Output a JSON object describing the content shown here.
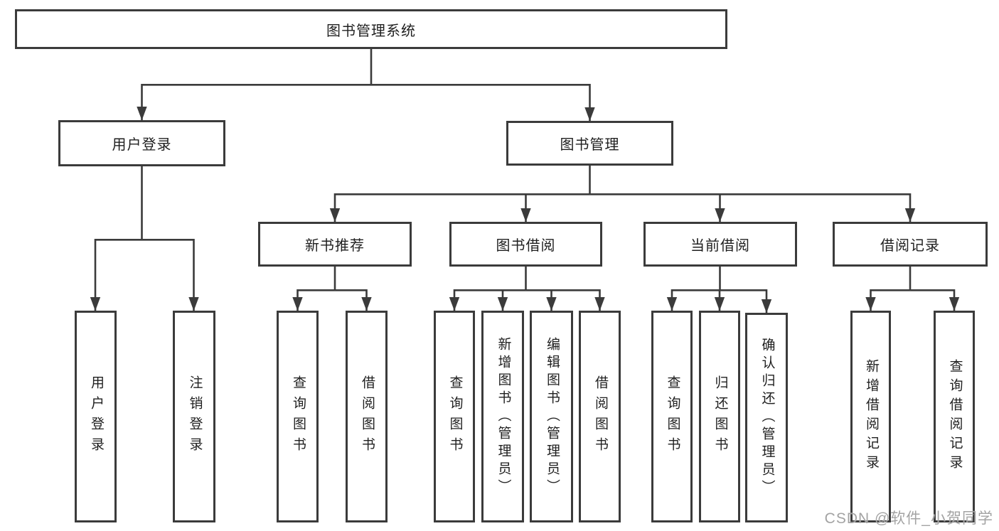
{
  "diagram": {
    "root": {
      "label": "图书管理系统"
    },
    "level2": [
      {
        "label": "用户登录"
      },
      {
        "label": "图书管理"
      }
    ],
    "level3": [
      {
        "label": "新书推荐"
      },
      {
        "label": "图书借阅"
      },
      {
        "label": "当前借阅"
      },
      {
        "label": "借阅记录"
      }
    ],
    "leaves": {
      "user_login": [
        "用户登录",
        "注销登录"
      ],
      "new_book": [
        "查询图书",
        "借阅图书"
      ],
      "book_borrow": [
        "查询图书",
        "新增图书（管理员）",
        "编辑图书（管理员）",
        "借阅图书"
      ],
      "current_borrow": [
        "查询图书",
        "归还图书",
        "确认归还（管理员）"
      ],
      "borrow_record": [
        "新增借阅记录",
        "查询借阅记录"
      ]
    }
  },
  "watermark": "CSDN @软件_小贺同学",
  "colors": {
    "line": "#3b3b3b",
    "box_border": "#3b3b3b",
    "box_fill": "#ffffff",
    "text": "#1f1f1f",
    "watermark": "#a3a3a3",
    "background": "#ffffff"
  }
}
